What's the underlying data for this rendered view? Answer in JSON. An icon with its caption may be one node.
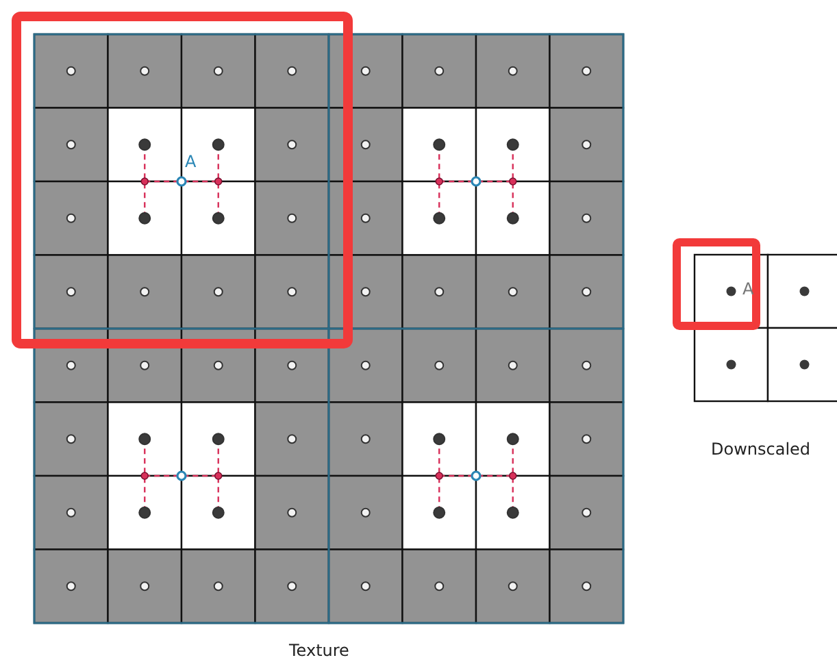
{
  "diagram": {
    "labels": [
      "A",
      "A",
      "Downscaled",
      "Texture"
    ]
  }
}
